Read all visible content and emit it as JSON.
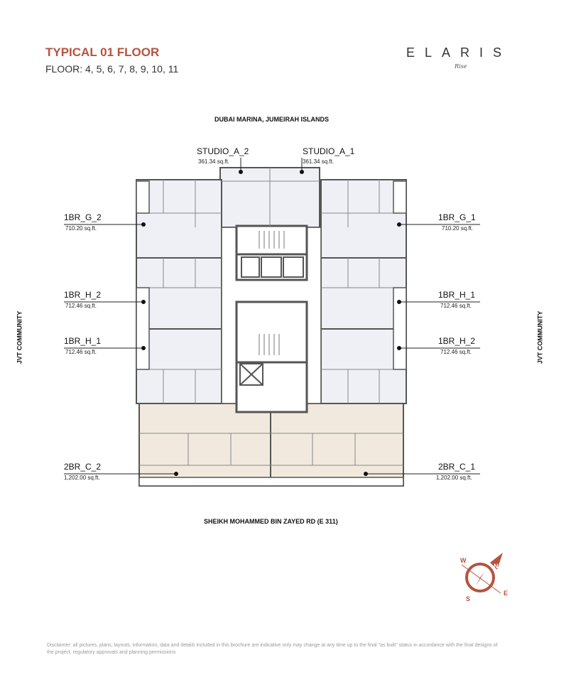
{
  "header": {
    "title": "TYPICAL 01 FLOOR",
    "floors": "FLOOR: 4, 5, 6, 7, 8, 9, 10, 11"
  },
  "logo": {
    "name": "ELARIS",
    "sub": "Rise"
  },
  "directions": {
    "top": "DUBAI MARINA, JUMEIRAH ISLANDS",
    "bottom": "SHEIKH MOHAMMED BIN ZAYED RD (E 311)",
    "left": "JVT COMMUNITY",
    "right": "JVT COMMUNITY"
  },
  "units": {
    "studio_a_2": {
      "name": "STUDIO_A_2",
      "area": "361.34 sq.ft."
    },
    "studio_a_1": {
      "name": "STUDIO_A_1",
      "area": "361.34 sq.ft."
    },
    "left": [
      {
        "name": "1BR_G_2",
        "area": "710.20 sq.ft."
      },
      {
        "name": "1BR_H_2",
        "area": "712.46 sq.ft."
      },
      {
        "name": "1BR_H_1",
        "area": "712.46 sq.ft."
      },
      {
        "name": "2BR_C_2",
        "area": "1,202.00 sq.ft."
      }
    ],
    "right": [
      {
        "name": "1BR_G_1",
        "area": "710.20 sq.ft."
      },
      {
        "name": "1BR_H_1",
        "area": "712.46 sq.ft."
      },
      {
        "name": "1BR_H_2",
        "area": "712.46 sq.ft."
      },
      {
        "name": "2BR_C_1",
        "area": "1,202.00 sq.ft."
      }
    ]
  },
  "compass": {
    "n": "N",
    "e": "E",
    "s": "S",
    "w": "W"
  },
  "colors": {
    "accent": "#b5533f",
    "unit_fill": "#eef0f5",
    "two_br_fill": "#f1e9de",
    "wall": "#555555"
  },
  "disclaimer": "Disclaimer: all pictures, plans, layouts, information, data and details included in this brochure are indicative only may change at any time up to the final \"as built\" status in accordance with the final designs of the project, regulatory approvals and planning permissions"
}
